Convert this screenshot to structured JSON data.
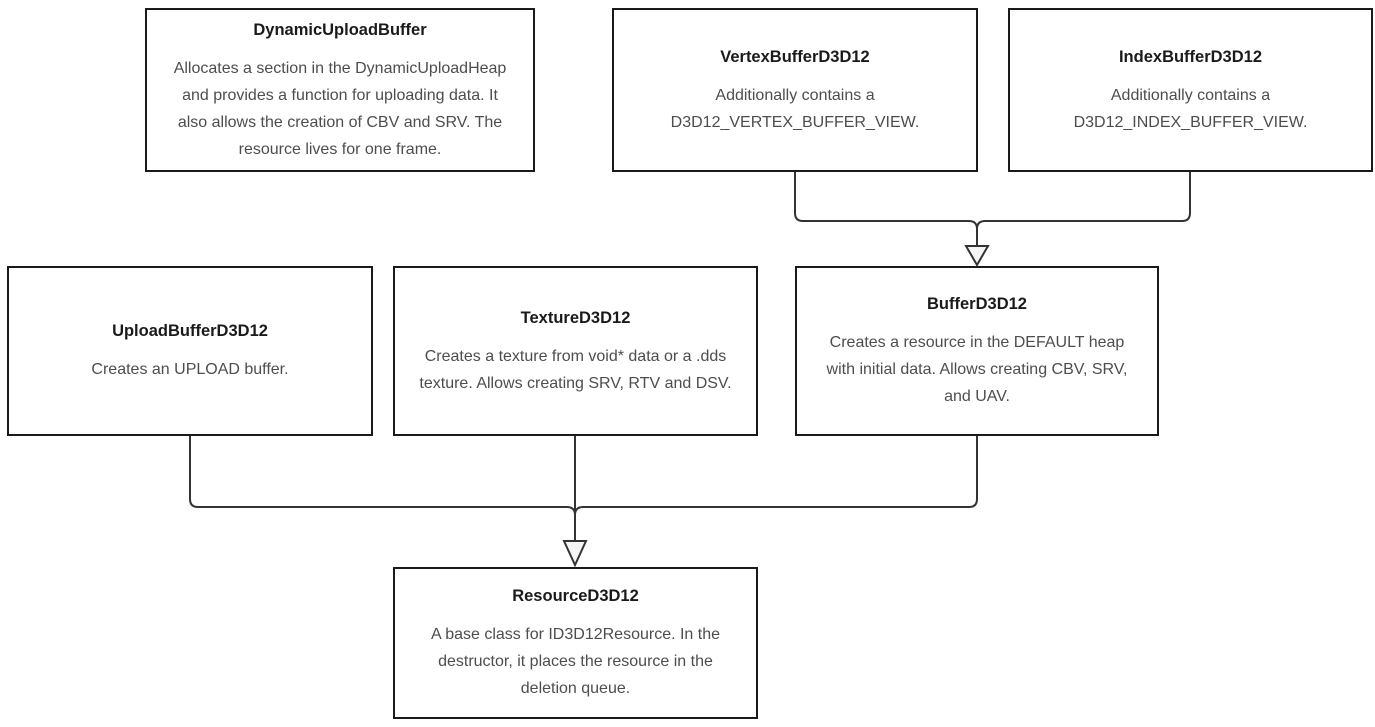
{
  "diagram": {
    "background_color": "#ffffff",
    "box_border_color": "#1a1a1a",
    "title_color": "#1a1a1a",
    "body_color": "#4d4d4d",
    "line_color": "#333333",
    "arrowhead_fill": "#f5f5f5",
    "arrowhead_style": "hollow-triangle"
  },
  "nodes": [
    {
      "id": "DynamicUploadBuffer",
      "title": "DynamicUploadBuffer",
      "body": "Allocates a section in the DynamicUploadHeap\nand provides a function for uploading data. It\nalso allows the creation of CBV and SRV. The\nresource lives for one frame."
    },
    {
      "id": "VertexBufferD3D12",
      "title": "VertexBufferD3D12",
      "body": "Additionally contains a\nD3D12_VERTEX_BUFFER_VIEW."
    },
    {
      "id": "IndexBufferD3D12",
      "title": "IndexBufferD3D12",
      "body": "Additionally contains a\nD3D12_INDEX_BUFFER_VIEW."
    },
    {
      "id": "UploadBufferD3D12",
      "title": "UploadBufferD3D12",
      "body": "Creates an UPLOAD buffer."
    },
    {
      "id": "TextureD3D12",
      "title": "TextureD3D12",
      "body": "Creates a texture from void* data or a .dds\ntexture. Allows creating SRV, RTV and DSV."
    },
    {
      "id": "BufferD3D12",
      "title": "BufferD3D12",
      "body": "Creates a resource in the DEFAULT heap\nwith initial data. Allows creating CBV, SRV,\nand UAV."
    },
    {
      "id": "ResourceD3D12",
      "title": "ResourceD3D12",
      "body": "A base class for ID3D12Resource. In the\ndestructor, it places the resource in the\ndeletion queue."
    }
  ],
  "edges": [
    {
      "from": "VertexBufferD3D12",
      "to": "BufferD3D12",
      "arrow": "hollow-triangle"
    },
    {
      "from": "IndexBufferD3D12",
      "to": "BufferD3D12",
      "arrow": "hollow-triangle"
    },
    {
      "from": "UploadBufferD3D12",
      "to": "ResourceD3D12",
      "arrow": "hollow-triangle"
    },
    {
      "from": "TextureD3D12",
      "to": "ResourceD3D12",
      "arrow": "hollow-triangle"
    },
    {
      "from": "BufferD3D12",
      "to": "ResourceD3D12",
      "arrow": "hollow-triangle"
    }
  ]
}
